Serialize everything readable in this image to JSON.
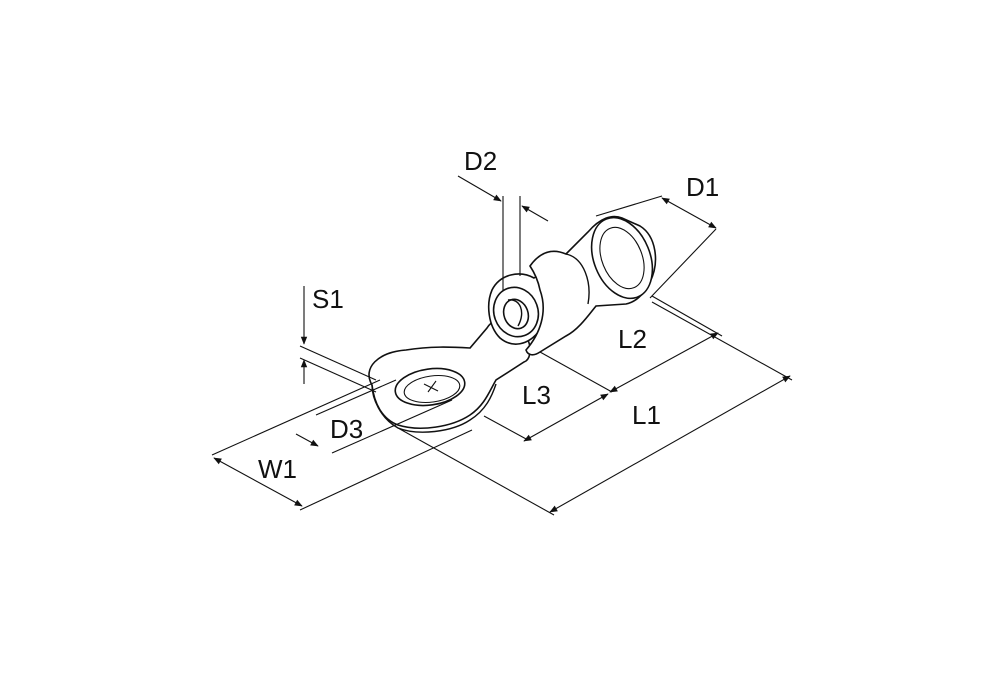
{
  "dimensions": {
    "d1": "D1",
    "d2": "D2",
    "d3": "D3",
    "l1": "L1",
    "l2": "L2",
    "l3": "L3",
    "s1": "S1",
    "w1": "W1"
  },
  "colors": {
    "line": "#111111",
    "background": "#ffffff"
  }
}
